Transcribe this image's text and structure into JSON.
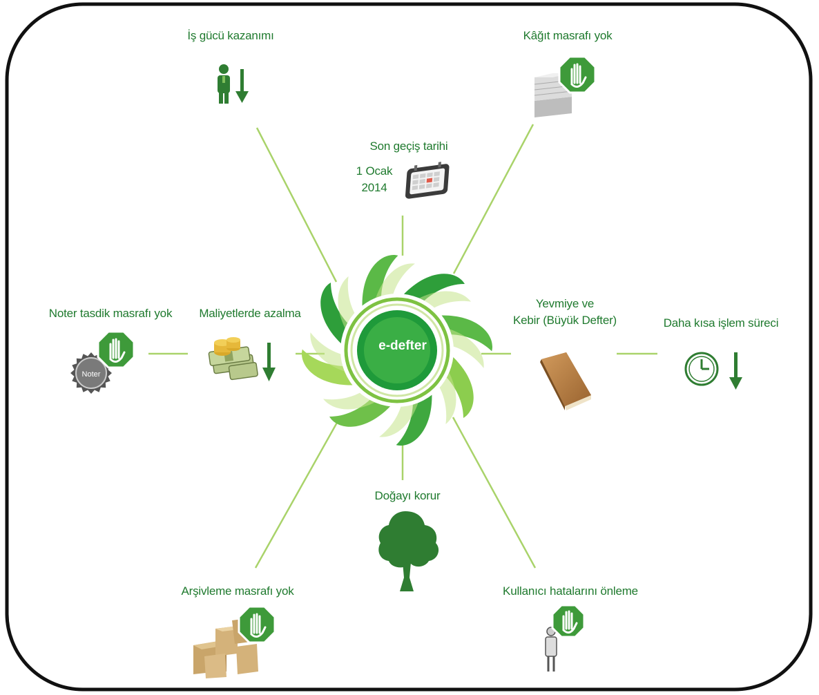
{
  "center": {
    "label": "e-defter"
  },
  "nodes": [
    {
      "id": "isgucu",
      "label": "İş gücü kazanımı",
      "icon": "worker-down-arrow-icon"
    },
    {
      "id": "kagit",
      "label": "Kâğıt masrafı yok",
      "icon": "paper-stop-hand-icon"
    },
    {
      "id": "songecis",
      "label": "Son geçiş tarihi",
      "date": "1 Ocak\n2014",
      "icon": "calendar-icon"
    },
    {
      "id": "noter",
      "label": "Noter tasdik masrafı yok",
      "icon": "noter-seal-stop-hand-icon",
      "seal_text": "Noter"
    },
    {
      "id": "maliyet",
      "label": "Maliyetlerde azalma",
      "icon": "money-down-arrow-icon"
    },
    {
      "id": "yevmiye",
      "label": "Yevmiye ve\nKebir (Büyük Defter)",
      "icon": "book-icon"
    },
    {
      "id": "dahakisa",
      "label": "Daha kısa işlem süreci",
      "icon": "clock-down-arrow-icon"
    },
    {
      "id": "dogayi",
      "label": "Doğayı korur",
      "icon": "tree-icon"
    },
    {
      "id": "arsivleme",
      "label": "Arşivleme masrafı yok",
      "icon": "boxes-stop-hand-icon"
    },
    {
      "id": "kullanici",
      "label": "Kullanıcı hatalarını önleme",
      "icon": "person-stop-hand-icon"
    }
  ],
  "colors": {
    "text_green": "#1f7a2e",
    "line_green": "#a9d36a",
    "icon_green": "#2f7d32",
    "stop_green": "#3e9a3a",
    "center_green": "#2e9e3a",
    "frame": "#111111"
  }
}
